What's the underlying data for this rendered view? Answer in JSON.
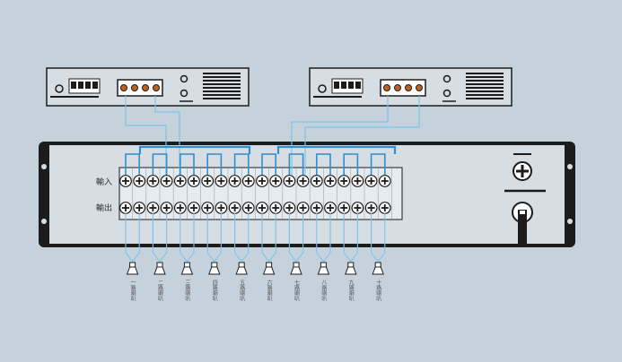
{
  "palette": {
    "background": "#c5d1db",
    "panel": "#d6dde3",
    "frame": "#1c1c1c",
    "wire_blue": "#2f8fd0",
    "wire_light": "#7fc4ea"
  },
  "amplifiers": [
    {
      "id": "amp-left",
      "icon": "amplifier-icon"
    },
    {
      "id": "amp-right",
      "icon": "amplifier-icon"
    }
  ],
  "rack": {
    "input_label": "輸入",
    "output_label": "輸出",
    "terminal_count": 20,
    "knob_icon": "plus-knob-icon",
    "cable_icon": "cable-entry-icon"
  },
  "zones": [
    {
      "label": "一路喇叭",
      "icon": "speaker-icon"
    },
    {
      "label": "二路喇叭",
      "icon": "speaker-icon"
    },
    {
      "label": "三路喇叭",
      "icon": "speaker-icon"
    },
    {
      "label": "四路喇叭",
      "icon": "speaker-icon"
    },
    {
      "label": "五路喇叭",
      "icon": "speaker-icon"
    },
    {
      "label": "六路喇叭",
      "icon": "speaker-icon"
    },
    {
      "label": "七路喇叭",
      "icon": "speaker-icon"
    },
    {
      "label": "八路喇叭",
      "icon": "speaker-icon"
    },
    {
      "label": "九路喇叭",
      "icon": "speaker-icon"
    },
    {
      "label": "十路喇叭",
      "icon": "speaker-icon"
    }
  ]
}
